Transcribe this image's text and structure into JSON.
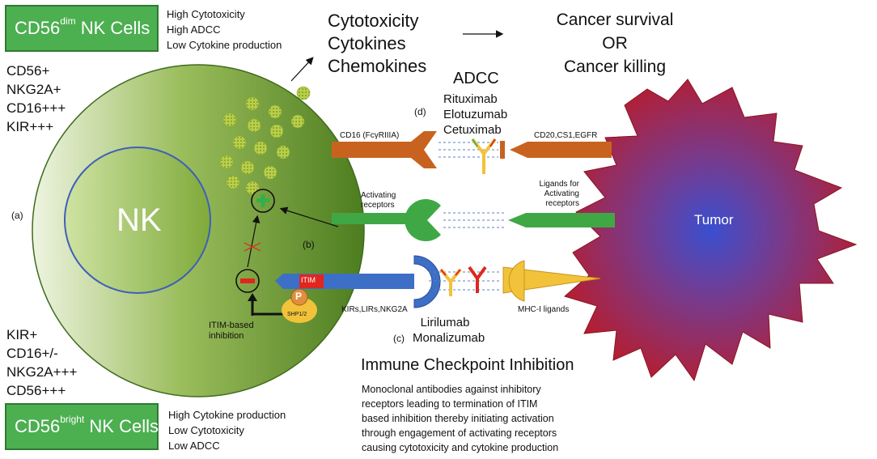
{
  "cd56dim": {
    "box": {
      "prefix": "CD56",
      "sup": "dim",
      "suffix": " NK Cells"
    },
    "traits": [
      "High Cytotoxicity",
      "High ADCC",
      "Low Cytokine production"
    ],
    "markers": [
      "CD56+",
      "NKG2A+",
      "CD16+++",
      "KIR+++"
    ]
  },
  "cd56bright": {
    "box": {
      "prefix": "CD56",
      "sup": "bright",
      "suffix": " NK Cells"
    },
    "traits": [
      "High Cytokine production",
      "Low Cytotoxicity",
      "Low ADCC"
    ],
    "markers": [
      "KIR+",
      "CD16+/-",
      "NKG2A+++",
      "CD56+++"
    ]
  },
  "outputs": [
    "Cytotoxicity",
    "Cytokines",
    "Chemokines"
  ],
  "outcome": [
    "Cancer survival",
    "OR",
    "Cancer killing"
  ],
  "adcc": {
    "title": "ADCC",
    "drugs": [
      "Rituximab",
      "Elotuzumab",
      "Cetuximab"
    ],
    "receptor_label": "CD16 (FcγRIIIA)",
    "target_label": "CD20,CS1,EGFR"
  },
  "activating": {
    "receptor_label": "Activating receptors",
    "ligand_label": "Ligands for Activating receptors"
  },
  "inhibitory": {
    "receptor_label": "KIRs,LIRs,NKG2A",
    "ligand_label": "MHC-I ligands",
    "itim_label": "ITIM",
    "p_label": "P",
    "shp_label": "SHP1/2",
    "inhibition_label": "ITIM-based inhibition",
    "drugs": [
      "Lirilumab",
      "Monalizumab"
    ]
  },
  "cell": {
    "nucleus_label": "NK"
  },
  "tumor": {
    "label": "Tumor"
  },
  "markers_abc": {
    "a": "(a)",
    "b": "(b)",
    "c": "(c)",
    "d": "(d)"
  },
  "checkpoint": {
    "title": "Immune Checkpoint Inhibition",
    "description_lines": [
      "Monoclonal antibodies against inhibitory",
      "receptors leading to termination of ITIM",
      "based inhibition thereby initiating activation",
      "through engagement of activating receptors",
      "causing cytotoxicity and cytokine production"
    ]
  },
  "colors": {
    "box_green": "#4caf50",
    "cell_green": "#5f8f2a",
    "adcc_orange": "#c8631f",
    "activating_green": "#3fa845",
    "inhibitory_blue": "#3e6fc6",
    "mhc_yellow": "#f2c23a",
    "tumor_red": "#b41e2e",
    "tumor_blue": "#3547c6"
  }
}
